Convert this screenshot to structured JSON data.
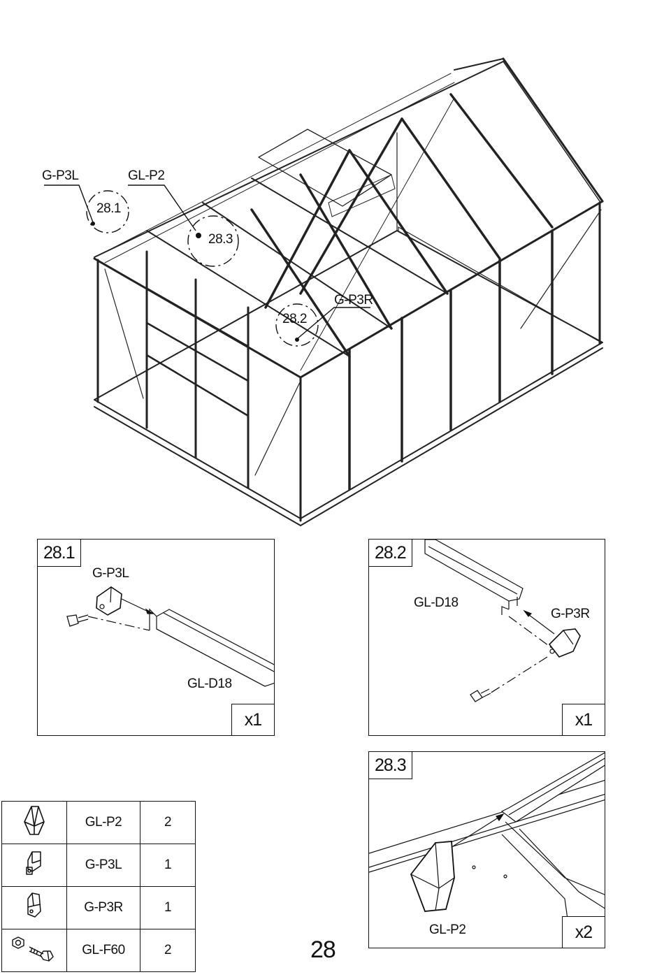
{
  "main_figure": {
    "callouts": [
      {
        "ref": "28.1",
        "part": "G-P3L"
      },
      {
        "ref": "28.3",
        "part": "GL-P2"
      },
      {
        "ref": "28.2",
        "part": "G-P3R"
      }
    ]
  },
  "details": [
    {
      "tag": "28.1",
      "qty": "x1",
      "labels": [
        "G-P3L",
        "GL-D18"
      ]
    },
    {
      "tag": "28.2",
      "qty": "x1",
      "labels": [
        "GL-D18",
        "G-P3R"
      ]
    },
    {
      "tag": "28.3",
      "qty": "x2",
      "labels": [
        "GL-P2"
      ]
    }
  ],
  "parts_table": [
    {
      "icon": "pyramid-cap-icon",
      "code": "GL-P2",
      "count": "2"
    },
    {
      "icon": "left-end-cap-icon",
      "code": "G-P3L",
      "count": "1"
    },
    {
      "icon": "right-end-cap-icon",
      "code": "G-P3R",
      "count": "1"
    },
    {
      "icon": "nut-and-bolt-icon",
      "code": "GL-F60",
      "count": "2"
    }
  ],
  "page_number": "28"
}
